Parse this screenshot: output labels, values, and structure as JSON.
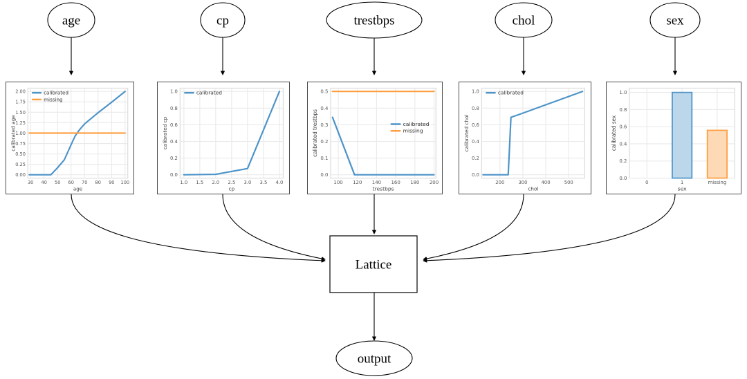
{
  "diagram": {
    "input_nodes": [
      {
        "id": "age",
        "label": "age"
      },
      {
        "id": "cp",
        "label": "cp"
      },
      {
        "id": "trestbps",
        "label": "trestbps"
      },
      {
        "id": "chol",
        "label": "chol"
      },
      {
        "id": "sex",
        "label": "sex"
      }
    ],
    "lattice_label": "Lattice",
    "output_label": "output"
  },
  "colors": {
    "calibrated": "#4c93c8",
    "missing": "#ff9d3f",
    "calibrated_strong": "#1f77b4",
    "missing_strong": "#ff7f0e",
    "bar_blue_fill": "#bdd7ea",
    "bar_blue_edge": "#4c93c8",
    "bar_orange_fill": "#fdd9b5",
    "bar_orange_edge": "#ff9d3f",
    "node_stroke": "#000000",
    "panel_border": "#4a4a4a"
  },
  "chart_data": [
    {
      "id": "age",
      "type": "line",
      "title": "",
      "xlabel": "age",
      "ylabel": "calibrated age",
      "xlim": [
        28,
        102
      ],
      "ylim": [
        -0.08,
        2.08
      ],
      "xticks": [
        "30",
        "40",
        "50",
        "60",
        "70",
        "80",
        "90",
        "100"
      ],
      "xtickvals": [
        30,
        40,
        50,
        60,
        70,
        80,
        90,
        100
      ],
      "yticks": [
        "0.00",
        "0.25",
        "0.50",
        "0.75",
        "1.00",
        "1.25",
        "1.50",
        "1.75",
        "2.00"
      ],
      "ytickvals": [
        0,
        0.25,
        0.5,
        0.75,
        1.0,
        1.25,
        1.5,
        1.75,
        2.0
      ],
      "legend": [
        "calibrated",
        "missing"
      ],
      "legend_position": "upper left",
      "grid": true,
      "series": [
        {
          "name": "calibrated",
          "color_key": "calibrated",
          "x": [
            29,
            45,
            50,
            55,
            60,
            63,
            66,
            70,
            80,
            90,
            100
          ],
          "y": [
            0.0,
            0.0,
            0.17,
            0.36,
            0.72,
            0.93,
            1.07,
            1.22,
            1.49,
            1.74,
            2.0
          ]
        },
        {
          "name": "missing",
          "color_key": "missing",
          "x": [
            29,
            100
          ],
          "y": [
            1.0,
            1.0
          ]
        }
      ]
    },
    {
      "id": "cp",
      "type": "line",
      "title": "",
      "xlabel": "cp",
      "ylabel": "calibrated cp",
      "xlim": [
        0.88,
        4.12
      ],
      "ylim": [
        -0.04,
        1.04
      ],
      "xticks": [
        "1.0",
        "1.5",
        "2.0",
        "2.5",
        "3.0",
        "3.5",
        "4.0"
      ],
      "xtickvals": [
        1.0,
        1.5,
        2.0,
        2.5,
        3.0,
        3.5,
        4.0
      ],
      "yticks": [
        "0.0",
        "0.2",
        "0.4",
        "0.6",
        "0.8",
        "1.0"
      ],
      "ytickvals": [
        0.0,
        0.2,
        0.4,
        0.6,
        0.8,
        1.0
      ],
      "legend": [
        "calibrated"
      ],
      "legend_position": "upper left",
      "grid": true,
      "series": [
        {
          "name": "calibrated",
          "color_key": "calibrated",
          "x": [
            1.0,
            2.0,
            3.0,
            4.0
          ],
          "y": [
            0.0,
            0.005,
            0.075,
            1.0
          ]
        }
      ]
    },
    {
      "id": "trestbps",
      "type": "line",
      "title": "",
      "xlabel": "trestbps",
      "ylabel": "calibrated trestbps",
      "xlim": [
        92,
        202
      ],
      "ylim": [
        -0.02,
        0.52
      ],
      "xticks": [
        "100",
        "120",
        "140",
        "160",
        "180",
        "200"
      ],
      "xtickvals": [
        100,
        120,
        140,
        160,
        180,
        200
      ],
      "yticks": [
        "0.0",
        "0.1",
        "0.2",
        "0.3",
        "0.4",
        "0.5"
      ],
      "ytickvals": [
        0.0,
        0.1,
        0.2,
        0.3,
        0.4,
        0.5
      ],
      "legend": [
        "calibrated",
        "missing"
      ],
      "legend_position": "center right",
      "grid": true,
      "series": [
        {
          "name": "calibrated",
          "color_key": "calibrated",
          "x": [
            94,
            117,
            200
          ],
          "y": [
            0.345,
            0.0,
            0.0
          ]
        },
        {
          "name": "missing",
          "color_key": "missing",
          "x": [
            94,
            200
          ],
          "y": [
            0.5,
            0.5
          ]
        }
      ]
    },
    {
      "id": "chol",
      "type": "line",
      "title": "",
      "xlabel": "chol",
      "ylabel": "calibrated chol",
      "xlim": [
        120,
        570
      ],
      "ylim": [
        -0.04,
        1.04
      ],
      "xticks": [
        "200",
        "300",
        "400",
        "500"
      ],
      "xtickvals": [
        200,
        300,
        400,
        500
      ],
      "yticks": [
        "0.0",
        "0.2",
        "0.4",
        "0.6",
        "0.8",
        "1.0"
      ],
      "ytickvals": [
        0.0,
        0.2,
        0.4,
        0.6,
        0.8,
        1.0
      ],
      "legend": [
        "calibrated"
      ],
      "legend_position": "upper left",
      "grid": true,
      "series": [
        {
          "name": "calibrated",
          "color_key": "calibrated",
          "x": [
            126,
            236,
            248,
            285,
            560
          ],
          "y": [
            0.0,
            0.0,
            0.69,
            0.725,
            1.0
          ]
        }
      ]
    },
    {
      "id": "sex",
      "type": "bar",
      "title": "",
      "xlabel": "sex",
      "ylabel": "calibrated sex",
      "categories": [
        "0",
        "1",
        "missing"
      ],
      "values": [
        0.0,
        1.0,
        0.558
      ],
      "bar_styles": [
        "blue",
        "blue",
        "orange"
      ],
      "ylim": [
        0,
        1.05
      ],
      "yticks": [
        "0.0",
        "0.2",
        "0.4",
        "0.6",
        "0.8",
        "1.0"
      ],
      "ytickvals": [
        0.0,
        0.2,
        0.4,
        0.6,
        0.8,
        1.0
      ],
      "legend": [],
      "grid": true
    }
  ]
}
